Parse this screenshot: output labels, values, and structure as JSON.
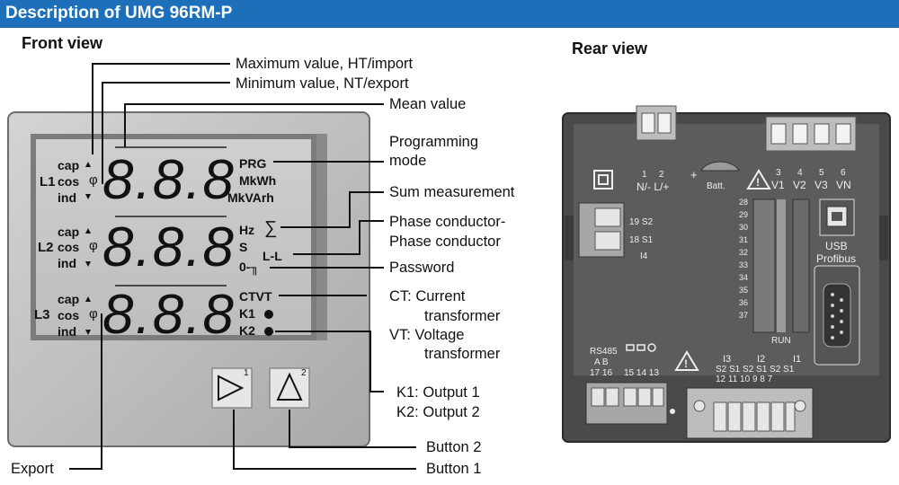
{
  "header": {
    "title": "Description of UMG 96RM-P"
  },
  "front": {
    "heading": "Front view",
    "rows": [
      {
        "phase": "L1",
        "cap": "cap",
        "cos": "cos",
        "phi": "φ",
        "ind": "ind",
        "digits": "8.8.8"
      },
      {
        "phase": "L2",
        "cap": "cap",
        "cos": "cos",
        "phi": "φ",
        "ind": "ind",
        "digits": "8.8.8"
      },
      {
        "phase": "L3",
        "cap": "cap",
        "cos": "cos",
        "phi": "φ",
        "ind": "ind",
        "digits": "8.8.8"
      }
    ],
    "units_row1": [
      "PRG",
      "MkWh",
      "MkVArh"
    ],
    "units_row2": {
      "hz": "Hz",
      "sum": "∑",
      "s": "S",
      "ll": "L-L",
      "key": "0-╖"
    },
    "units_row3": {
      "ctvt": "CTVT",
      "k1": "K1",
      "k2": "K2"
    },
    "button1_num": "1",
    "button2_num": "2",
    "labels": {
      "max": "Maximum value, HT/import",
      "min": "Minimum value, NT/export",
      "mean": "Mean value",
      "prog1": "Programming",
      "prog2": "mode",
      "sum": "Sum measurement",
      "phase1": "Phase conductor-",
      "phase2": "Phase conductor",
      "password": "Password",
      "ct1": "CT:  Current",
      "ct2": "transformer",
      "vt1": "VT:  Voltage",
      "vt2": "transformer",
      "k1": "K1:  Output 1",
      "k2": "K2:  Output 2",
      "btn2": "Button 2",
      "btn1": "Button 1",
      "export": "Export"
    }
  },
  "rear": {
    "heading": "Rear view",
    "power": {
      "n1": "1",
      "n2": "2",
      "label": "N/- L/+"
    },
    "plus": "+",
    "batt": "Batt.",
    "voltage_nums": [
      "3",
      "4",
      "5",
      "6"
    ],
    "voltage_labels": [
      "V1",
      "V2",
      "V3",
      "VN"
    ],
    "ct4": {
      "s2": "19 S2",
      "s1": "18 S1",
      "i4": "I4"
    },
    "digital_pins": [
      "28",
      "29",
      "30",
      "31",
      "32",
      "33",
      "34",
      "35",
      "36",
      "37"
    ],
    "run": "RUN",
    "usb": "USB",
    "profibus": "Profibus",
    "rs485": {
      "title": "RS485",
      "ab": "A  B",
      "nums": "17 16",
      "nums2": "15 14 13"
    },
    "currents": {
      "groups": [
        "I3",
        "I2",
        "I1"
      ],
      "s": "S2  S1  S2  S1  S2  S1",
      "nums": "12  11  10   9   8   7"
    }
  }
}
